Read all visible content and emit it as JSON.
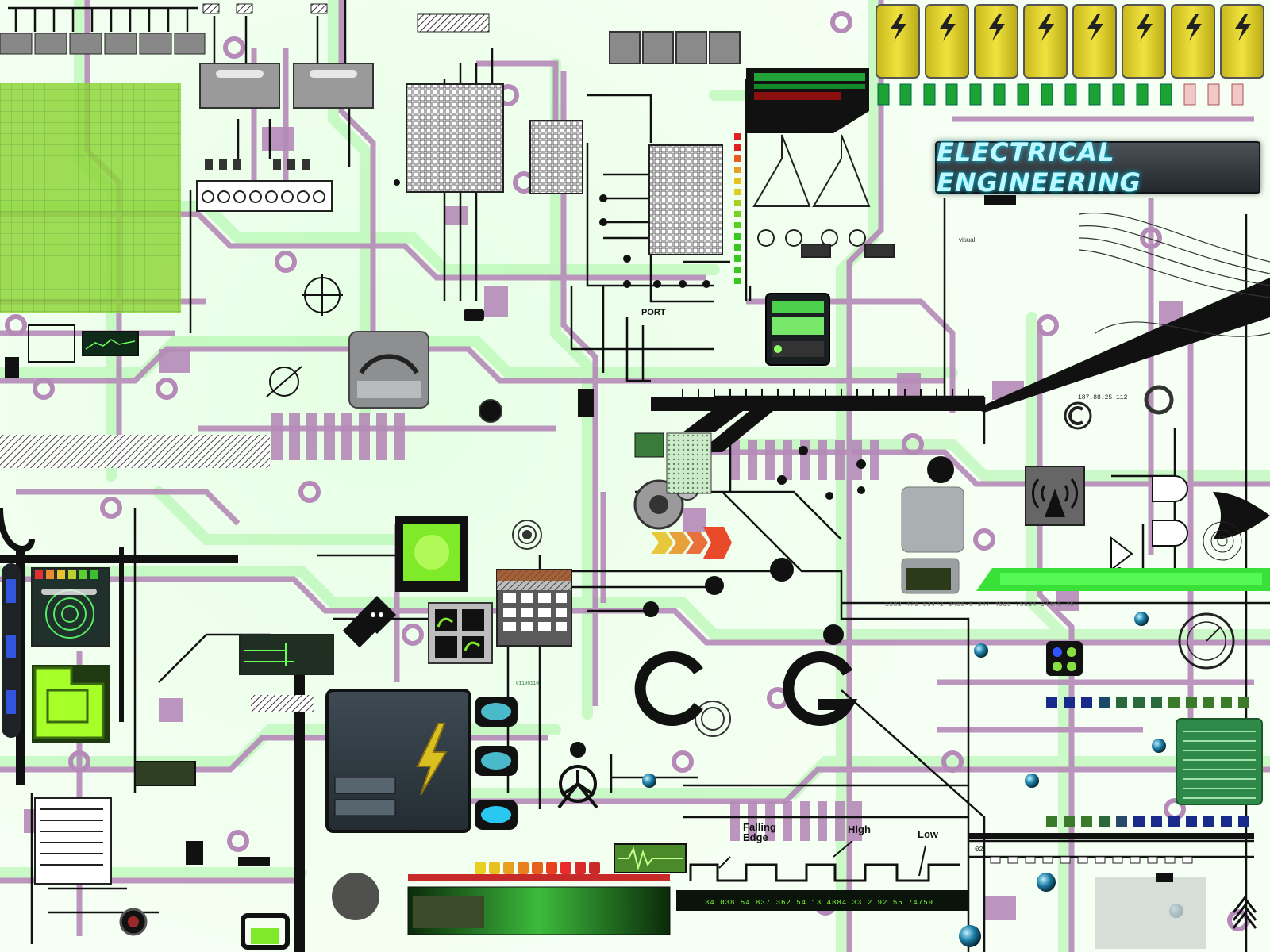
{
  "banner": {
    "title": "ELECTRICAL ENGINEERING"
  },
  "labels": {
    "port": "PORT",
    "falling_edge": "Falling Edge",
    "high": "High",
    "low": "Low",
    "digit_readout": "34 038 54  837 362 54 13    4884 33 2    92  55        74759",
    "ip_readout": "187.88.25.112",
    "number_strip": "1582 476 83472 3406-5 347 4565 75634 34465 45",
    "small_code": "01100110",
    "visual_caption": "visual",
    "counter": "02"
  },
  "palette": {
    "trace_purple": "#b58ab8",
    "glow_green": "#9df09a",
    "lime": "#8fd63a",
    "battery_yellow": "#e3d42c",
    "dark_panel": "#2f3a42",
    "black": "#111111"
  },
  "icons": {
    "battery": "battery-lightning-icon",
    "wireless": "radio-tower-icon",
    "lightning": "lightning-bolt-icon",
    "power_symbol": "circled-c-icon",
    "gear": "gear-icon"
  }
}
